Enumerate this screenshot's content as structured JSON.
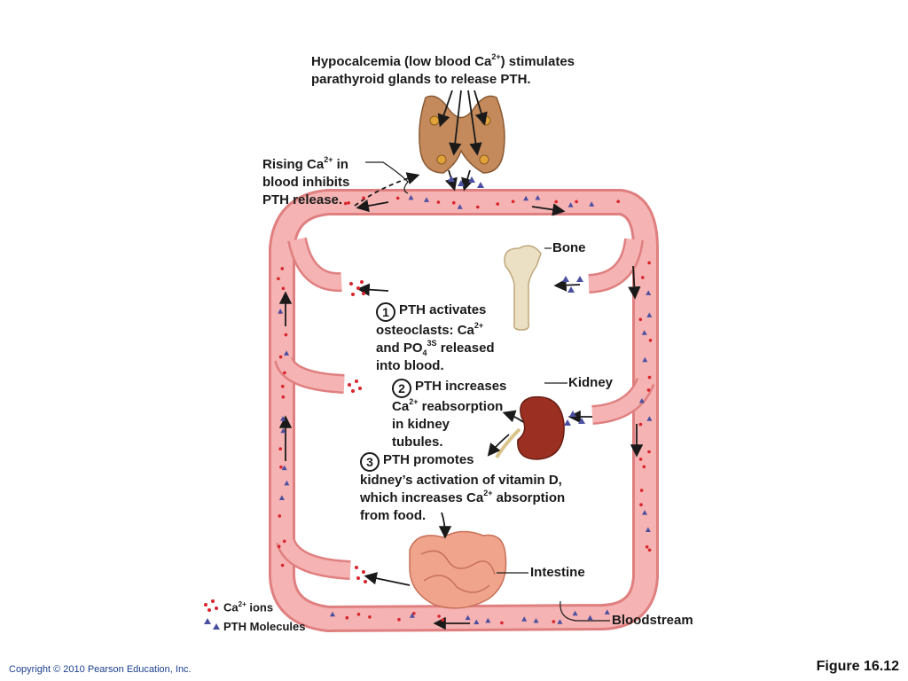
{
  "header": {
    "title_line1_a": "Hypocalcemia (low blood Ca",
    "title_sup": "2+",
    "title_line1_b": ") stimulates",
    "title_line2": "parathyroid glands to release PTH."
  },
  "feedback": {
    "line1_a": "Rising Ca",
    "line1_sup": "2+",
    "line1_b": " in",
    "line2": "blood inhibits",
    "line3": "PTH release."
  },
  "organs": {
    "bone": "Bone",
    "kidney": "Kidney",
    "intestine": "Intestine",
    "bloodstream": "Bloodstream"
  },
  "steps": [
    {
      "number": "1",
      "line1": "PTH activates",
      "line2_a": "osteoclasts: Ca",
      "line2_sup": "2+",
      "line3_a": "and PO",
      "line3_sub": "4",
      "line3_sup": "3S",
      "line3_b": " released",
      "line4": "into blood."
    },
    {
      "number": "2",
      "line1": "PTH increases",
      "line2_a": "Ca",
      "line2_sup": "2+",
      "line2_b": " reabsorption",
      "line3": "in kidney",
      "line4": "tubules."
    },
    {
      "number": "3",
      "line1": "PTH promotes",
      "line2": "kidney’s activation of vitamin D,",
      "line3_a": "which increases Ca",
      "line3_sup": "2+",
      "line3_b": " absorption",
      "line4": "from food."
    }
  ],
  "legend": {
    "ions_a": "Ca",
    "ions_sup": "2+",
    "ions_b": " ions",
    "pth": "PTH Molecules"
  },
  "footer": {
    "copyright": "Copyright © 2010 Pearson Education, Inc.",
    "figure": "Figure 16.12"
  },
  "colors": {
    "vessel_fill": "#f3a3a3",
    "vessel_edge": "#e07f7f",
    "calcium_dot": "#d8242c",
    "pth_marker": "#4a4fa0",
    "gland": "#c48a5c",
    "kidney": "#9a2f22",
    "intestine": "#f0a48c",
    "bone": "#ece0c4"
  }
}
